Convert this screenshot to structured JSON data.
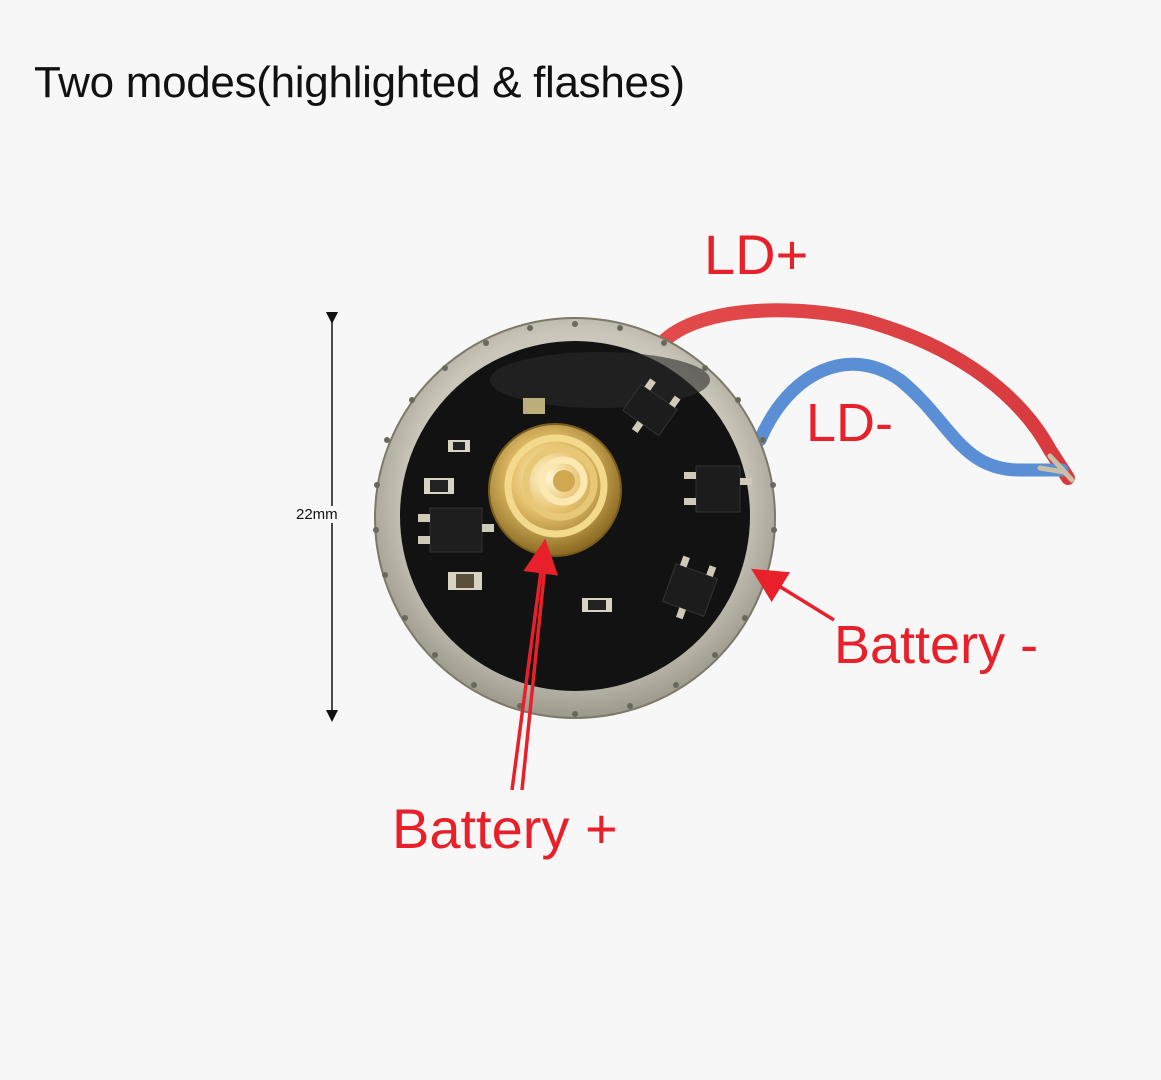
{
  "title": "Two modes(highlighted & flashes)",
  "labels": {
    "ld_plus": "LD+",
    "ld_minus": "LD-",
    "battery_minus": "Battery -",
    "battery_plus": "Battery +",
    "dimension": "22mm"
  },
  "colors": {
    "annotation_red": "#e8202a",
    "background": "#f7f7f7",
    "pcb_black": "#111111",
    "rim_silver": "#b9b6ae",
    "spring_gold": "#d9b45a",
    "wire_red": "#e0494c",
    "wire_blue": "#5a8fd6"
  }
}
